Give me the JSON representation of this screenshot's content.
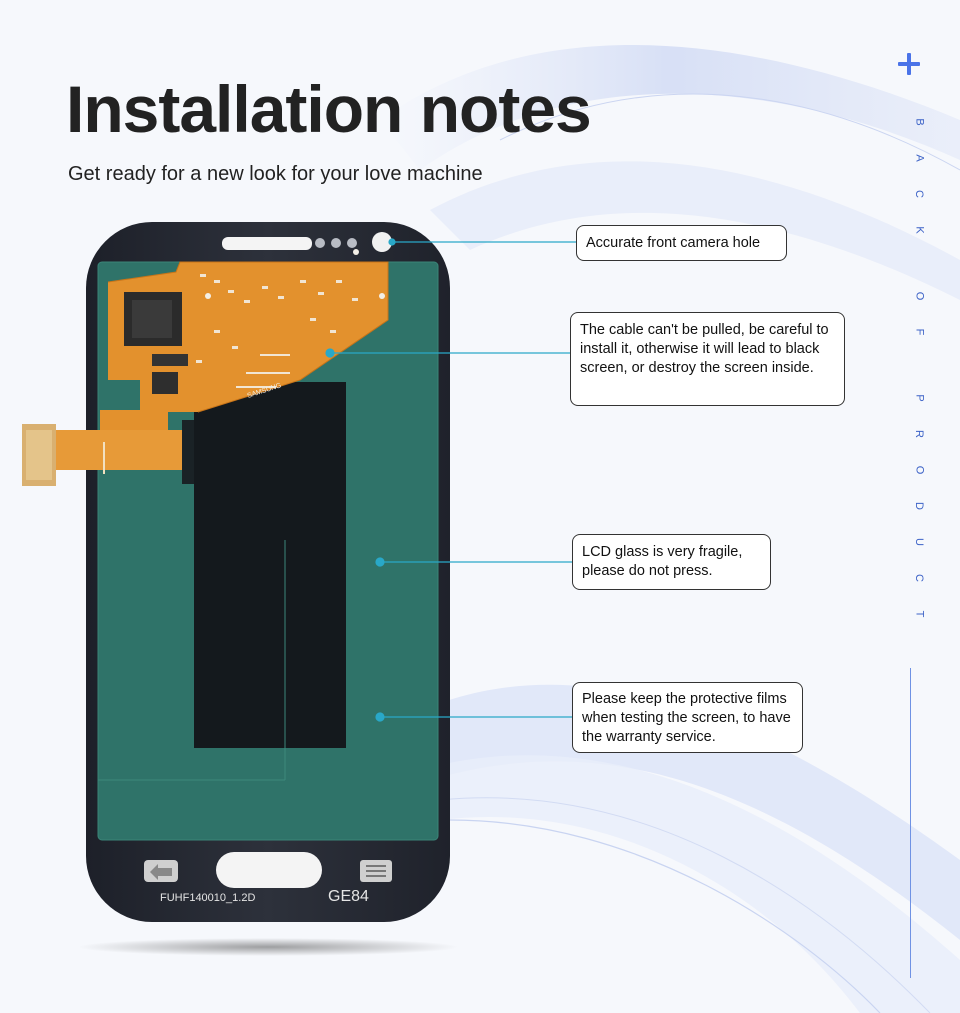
{
  "header": {
    "title": "Installation notes",
    "subtitle": "Get ready for a new look for your love machine"
  },
  "sidebar": {
    "letters": [
      "B",
      "A",
      "C",
      "K",
      "O",
      "F",
      "P",
      "R",
      "O",
      "D",
      "U",
      "C",
      "T"
    ],
    "accent_color": "#4a73e8"
  },
  "callouts": {
    "camera": "Accurate front camera hole",
    "cable": "The cable can't be pulled, be careful to install it, otherwise it will lead to black screen, or destroy the screen inside.",
    "glass": "LCD glass is very fragile, please do not press.",
    "films": "Please keep the protective films when testing the screen, to have the warranty service."
  },
  "device": {
    "model_code": "FUHF140010_1.2D",
    "label": "GE84",
    "brand": "SAMSUNG"
  },
  "colors": {
    "leader_line": "#29a8c8",
    "flex_cable": "#e3912d",
    "panel_green": "#2f7369",
    "frame": "#262a33"
  }
}
